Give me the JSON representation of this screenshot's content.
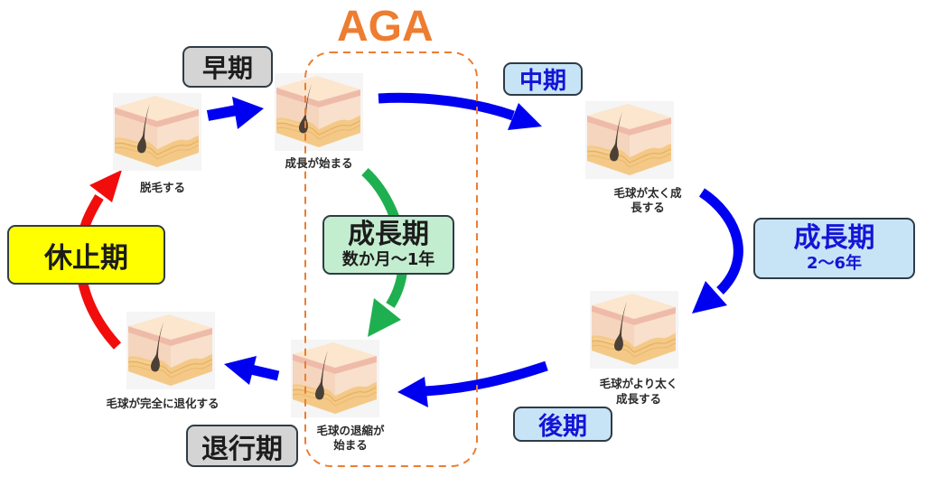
{
  "title": "AGA",
  "labels": {
    "early": "早期",
    "middle": "中期",
    "late": "後期",
    "catagen": "退行期",
    "telogen": "休止期"
  },
  "anagen_aga": {
    "label": "成長期",
    "duration": "数か月〜1年"
  },
  "anagen_normal": {
    "label": "成長期",
    "duration": "2〜6年"
  },
  "stages": [
    {
      "icon": "skin-hair-follicle-icon",
      "caption": [
        "脱毛する"
      ]
    },
    {
      "icon": "skin-hair-follicle-icon",
      "caption": [
        "成長が始まる"
      ]
    },
    {
      "icon": "skin-hair-follicle-icon",
      "caption": [
        "毛球が太く成",
        "長する"
      ]
    },
    {
      "icon": "skin-hair-follicle-icon",
      "caption": [
        "毛球がより太く",
        "成長する"
      ]
    },
    {
      "icon": "skin-hair-follicle-icon",
      "caption": [
        "毛球が完全に退化する"
      ]
    },
    {
      "icon": "skin-hair-follicle-icon",
      "caption": [
        "毛球の退縮が",
        "始まる"
      ]
    }
  ],
  "colors": {
    "aga": "#ed7d31",
    "cycle_arrow": "#0000f0",
    "aga_arrow": "#1eb050",
    "telogen_arrow": "#f20d0d",
    "label_grey": "#d4d4d4",
    "label_blue": "#c7e4f6",
    "label_green": "#c3edcf",
    "label_yellow": "#ffff00",
    "label_blue_text": "#1414d8"
  }
}
